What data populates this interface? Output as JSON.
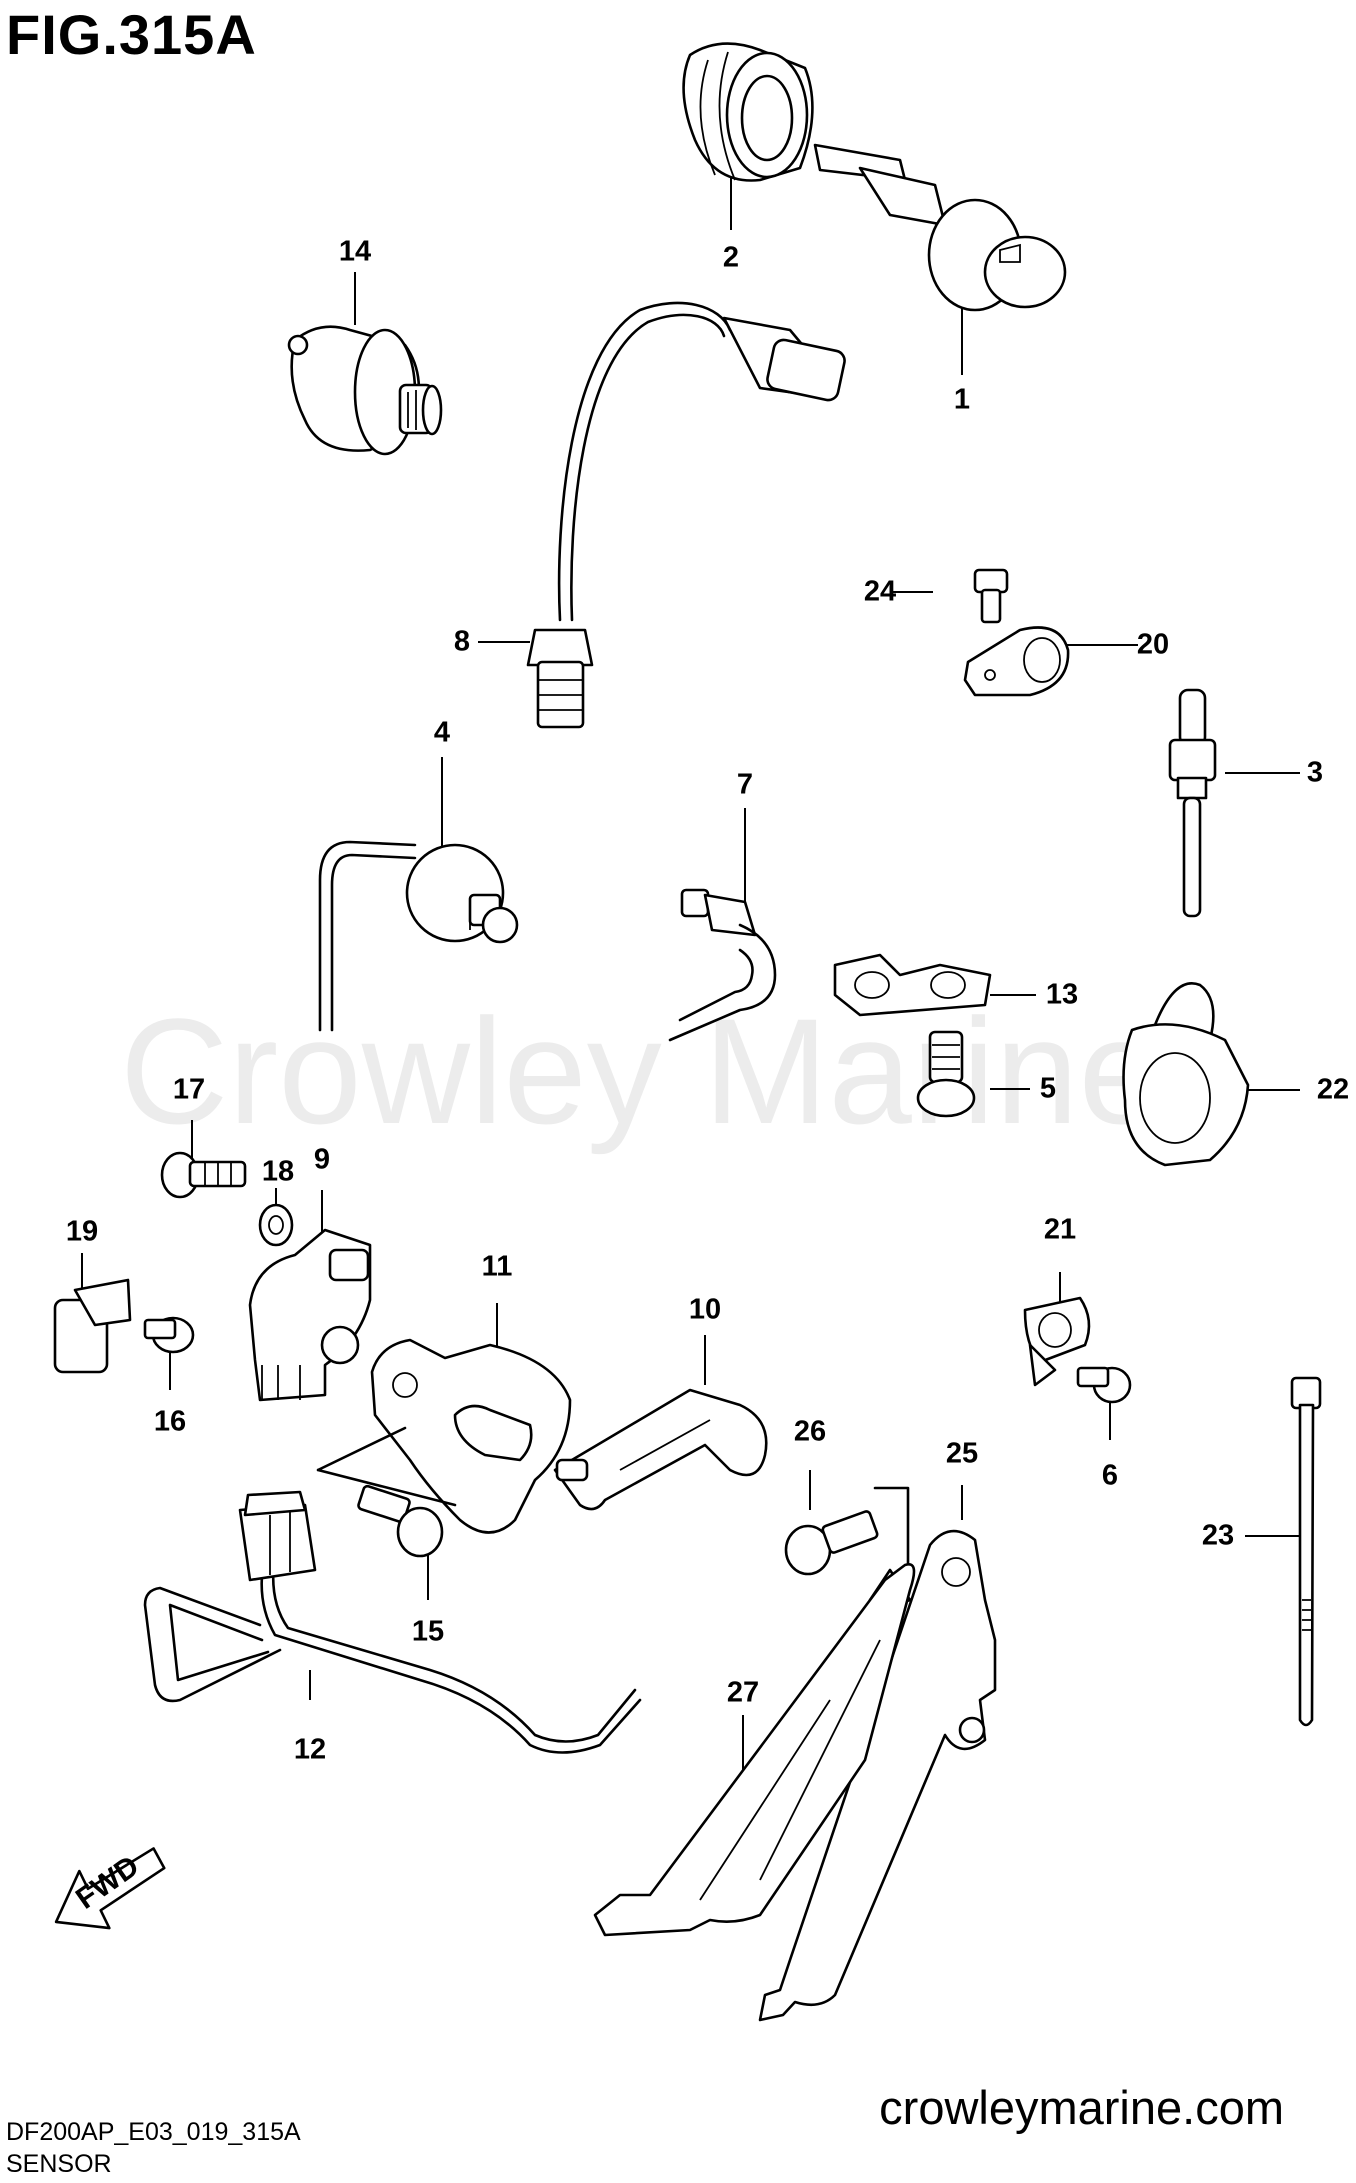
{
  "figure": {
    "title": "FIG.315A",
    "drawing_code": "DF200AP_E03_019_315A",
    "section_name": "SENSOR",
    "website": "crowleymarine.com",
    "watermark": "Crowley Marine",
    "direction_label": "FWD"
  },
  "callouts": [
    {
      "id": "callout-1",
      "label": "1"
    },
    {
      "id": "callout-2",
      "label": "2"
    },
    {
      "id": "callout-3",
      "label": "3"
    },
    {
      "id": "callout-4",
      "label": "4"
    },
    {
      "id": "callout-5",
      "label": "5"
    },
    {
      "id": "callout-6",
      "label": "6"
    },
    {
      "id": "callout-7",
      "label": "7"
    },
    {
      "id": "callout-8",
      "label": "8"
    },
    {
      "id": "callout-9",
      "label": "9"
    },
    {
      "id": "callout-10",
      "label": "10"
    },
    {
      "id": "callout-11",
      "label": "11"
    },
    {
      "id": "callout-12",
      "label": "12"
    },
    {
      "id": "callout-13",
      "label": "13"
    },
    {
      "id": "callout-14",
      "label": "14"
    },
    {
      "id": "callout-15",
      "label": "15"
    },
    {
      "id": "callout-16",
      "label": "16"
    },
    {
      "id": "callout-17",
      "label": "17"
    },
    {
      "id": "callout-18",
      "label": "18"
    },
    {
      "id": "callout-19",
      "label": "19"
    },
    {
      "id": "callout-20",
      "label": "20"
    },
    {
      "id": "callout-21",
      "label": "21"
    },
    {
      "id": "callout-22",
      "label": "22"
    },
    {
      "id": "callout-23",
      "label": "23"
    },
    {
      "id": "callout-24",
      "label": "24"
    },
    {
      "id": "callout-25",
      "label": "25"
    },
    {
      "id": "callout-26",
      "label": "26"
    },
    {
      "id": "callout-27",
      "label": "27"
    }
  ]
}
